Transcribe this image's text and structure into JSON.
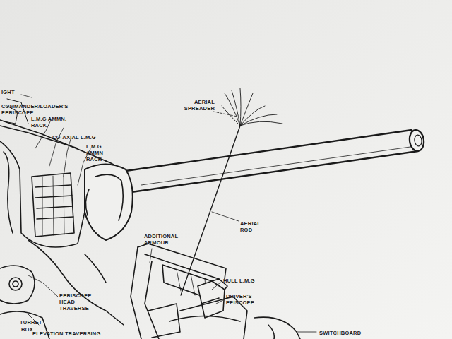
{
  "diagram": {
    "labels": [
      "IGHT",
      "COMMANDER/LOADER'S PERISCOPE",
      "L.M.G AMMN. RACK",
      "CO-AXIAL L.M.G",
      "L.M.G AMMN RACK",
      "AERIAL SPREADER",
      "AERIAL ROD",
      "ADDITIONAL ARMOUR",
      "HULL L.M.G",
      "DRIVER'S EPISCOPE",
      "PERISCOPE HEAD TRAVERSE",
      "TURRET",
      "BOX",
      "ELEVATION TRAVERSING",
      "SWITCHBOARD"
    ]
  }
}
